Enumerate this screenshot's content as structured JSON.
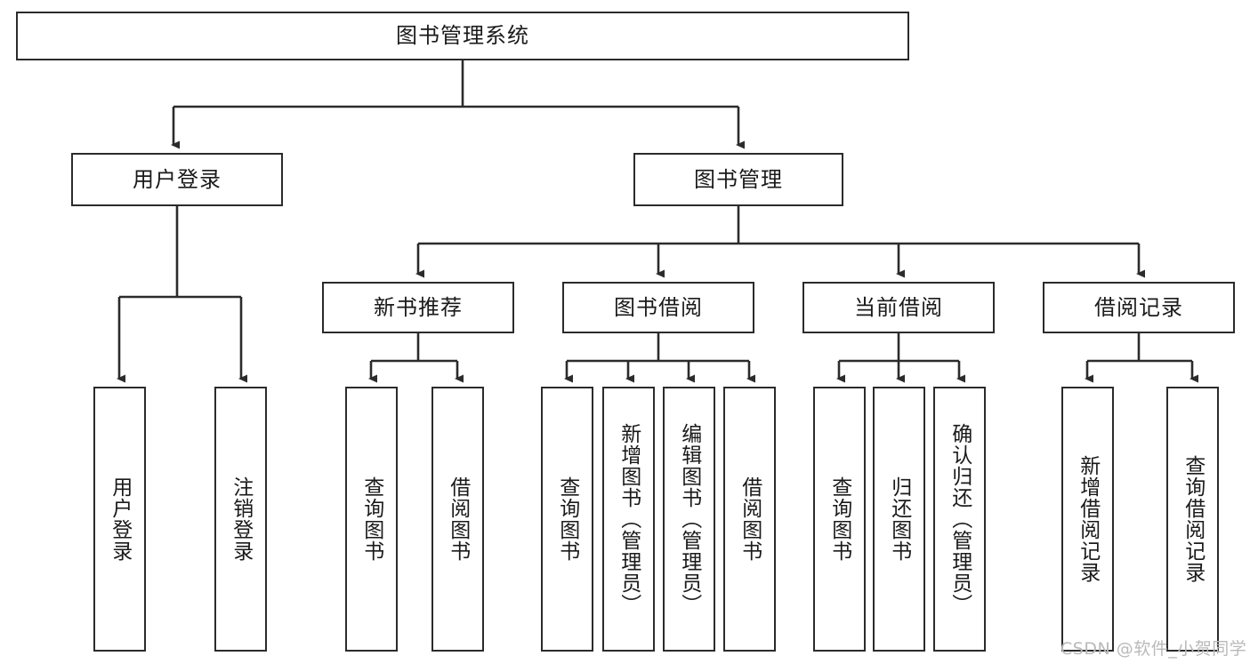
{
  "diagram": {
    "title": "图书管理系统",
    "watermark": "CSDN @软件_小贺同学",
    "colors": {
      "stroke": "#2b2b2b",
      "box_fill": "#ffffff",
      "text": "#1a1a1a",
      "watermark": "#b9b9b9",
      "background": "#ffffff"
    },
    "levels": {
      "root": "图书管理系统",
      "level2": [
        "用户登录",
        "图书管理"
      ],
      "level3": [
        "新书推荐",
        "图书借阅",
        "当前借阅",
        "借阅记录"
      ]
    },
    "nodes": {
      "root": {
        "label": "图书管理系统"
      },
      "user_login": {
        "label": "用户登录"
      },
      "book_manage": {
        "label": "图书管理"
      },
      "new_book_rec": {
        "label": "新书推荐"
      },
      "book_borrow": {
        "label": "图书借阅"
      },
      "current_borrow": {
        "label": "当前借阅"
      },
      "borrow_record": {
        "label": "借阅记录"
      },
      "leaf_1": {
        "label": "用户登录"
      },
      "leaf_2": {
        "label": "注销登录"
      },
      "leaf_3": {
        "label": "查询图书"
      },
      "leaf_4": {
        "label": "借阅图书"
      },
      "leaf_5": {
        "label": "查询图书"
      },
      "leaf_6": {
        "label": "新增图书（管理员）"
      },
      "leaf_7": {
        "label": "编辑图书（管理员）"
      },
      "leaf_8": {
        "label": "借阅图书"
      },
      "leaf_9": {
        "label": "查询图书"
      },
      "leaf_10": {
        "label": "归还图书"
      },
      "leaf_11": {
        "label": "确认归还（管理员）"
      },
      "leaf_12": {
        "label": "新增借阅记录"
      },
      "leaf_13": {
        "label": "查询借阅记录"
      }
    },
    "tree": {
      "图书管理系统": {
        "用户登录": [
          "用户登录",
          "注销登录"
        ],
        "图书管理": {
          "新书推荐": [
            "查询图书",
            "借阅图书"
          ],
          "图书借阅": [
            "查询图书",
            "新增图书（管理员）",
            "编辑图书（管理员）",
            "借阅图书"
          ],
          "当前借阅": [
            "查询图书",
            "归还图书",
            "确认归还（管理员）"
          ],
          "借阅记录": [
            "新增借阅记录",
            "查询借阅记录"
          ]
        }
      }
    }
  }
}
